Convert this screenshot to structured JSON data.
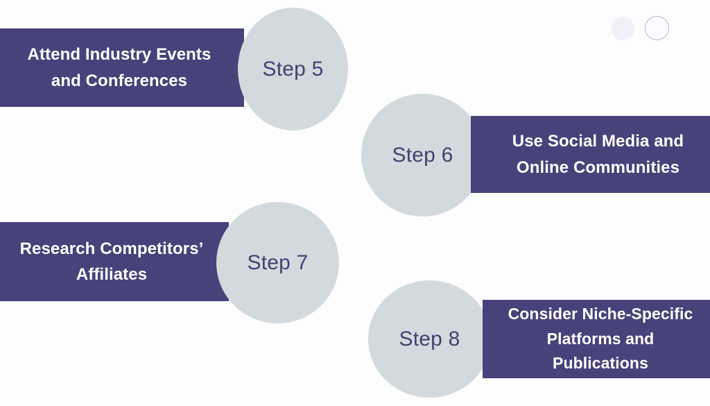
{
  "page": {
    "title": "Affiliate Marketing Steps 5-8 Infographic",
    "background_color": "#fdfdfd",
    "accent_color": "#474279",
    "circle_color": "#d2dadd",
    "circle_text_color": "#443f73",
    "bar_text_color": "#ffffff"
  },
  "decor": {
    "dot_filled_color": "#f0f0f7",
    "dot_outline_color": "#b9b4d4"
  },
  "steps": [
    {
      "badge": "Step 5",
      "label": "Attend Industry Events\nand Conferences",
      "layout": "bar-left"
    },
    {
      "badge": "Step 6",
      "label": "Use Social Media and\nOnline Communities",
      "layout": "circle-left"
    },
    {
      "badge": "Step 7",
      "label": "Research Competitors’\nAffiliates",
      "layout": "bar-left"
    },
    {
      "badge": "Step 8",
      "label": "Consider Niche-Specific\nPlatforms and\nPublications",
      "layout": "circle-left"
    }
  ]
}
